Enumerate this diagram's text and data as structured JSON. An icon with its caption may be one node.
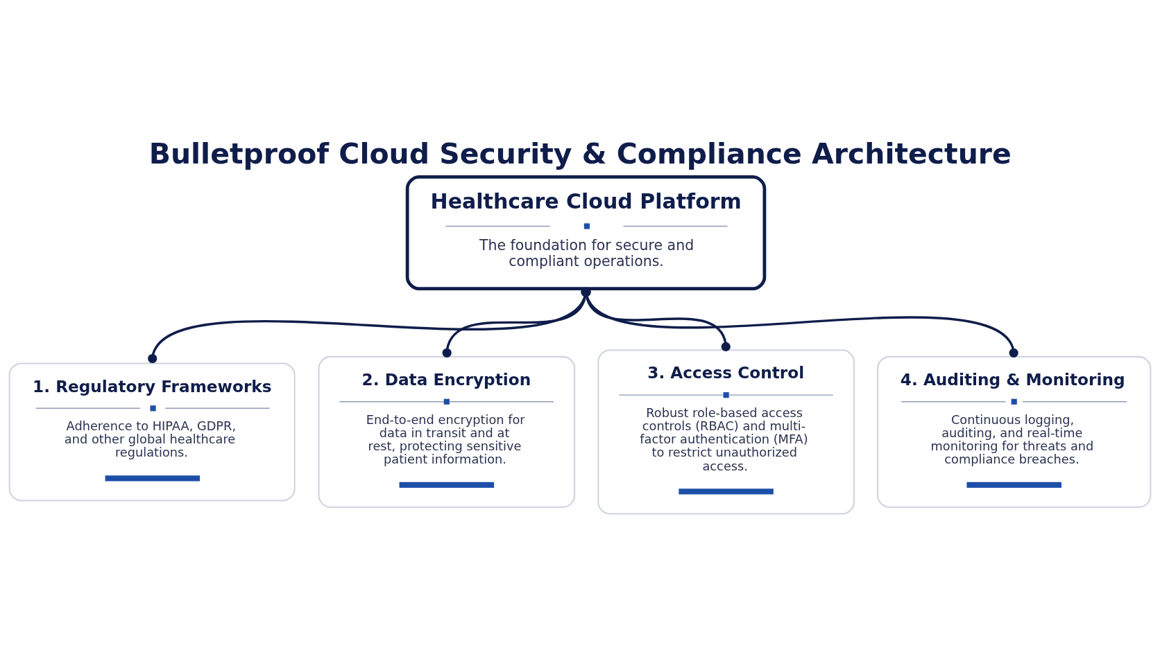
{
  "diagram": {
    "title": "Bulletproof Cloud Security & Compliance Architecture",
    "nodes": [
      {
        "text": [
          "Healthcare Cloud Platform",
          "The foundation for secure and compliant operations."
        ]
      },
      {
        "text": [
          "1. Regulatory Frameworks",
          "Adherence to HIPAA, GDPR, and other global healthcare regulations."
        ]
      },
      {
        "text": [
          "2. Data Encryption",
          "End-to-end encryption for data in transit and at rest, protecting sensitive patient information."
        ]
      },
      {
        "text": [
          "3. Access Control",
          "Robust role-based access controls (RBAC) and multi-factor authentication (MFA) to restrict unauthorized access."
        ]
      },
      {
        "text": [
          "4. Auditing & Monitoring",
          "Continuous logging, auditing, and real-time monitoring for threats and compliance breaches."
        ]
      }
    ],
    "edges": [
      {
        "from": 0,
        "to": 1,
        "arrow": "other"
      },
      {
        "from": 0,
        "to": 2,
        "arrow": "other"
      },
      {
        "from": 0,
        "to": 3,
        "arrow": "other"
      },
      {
        "from": 0,
        "to": 4,
        "arrow": "other"
      }
    ]
  }
}
